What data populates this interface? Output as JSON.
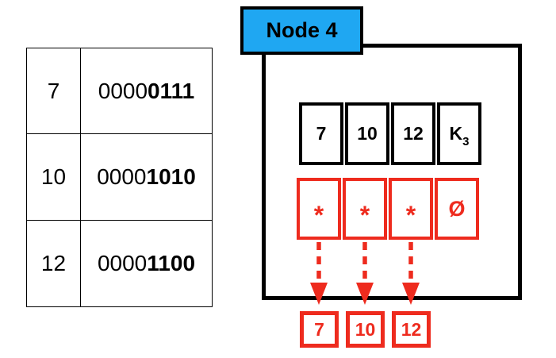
{
  "colors": {
    "blue": "#1FA7F2",
    "red": "#EE2B1E",
    "black": "#000000",
    "background": "#FFFFFF"
  },
  "binary_table": {
    "rows": [
      {
        "key": "7",
        "binary_prefix": "0000",
        "binary_suffix": "0111"
      },
      {
        "key": "10",
        "binary_prefix": "0000",
        "binary_suffix": "1010"
      },
      {
        "key": "12",
        "binary_prefix": "0000",
        "binary_suffix": "1100"
      }
    ]
  },
  "node": {
    "title": "Node 4",
    "key_cells": [
      "7",
      "10",
      "12"
    ],
    "slot_label": {
      "base": "K",
      "subscript": "3"
    },
    "pointer_cells": [
      "*",
      "*",
      "*"
    ],
    "empty_cell": "Ø",
    "leaf_boxes": [
      "7",
      "10",
      "12"
    ]
  }
}
